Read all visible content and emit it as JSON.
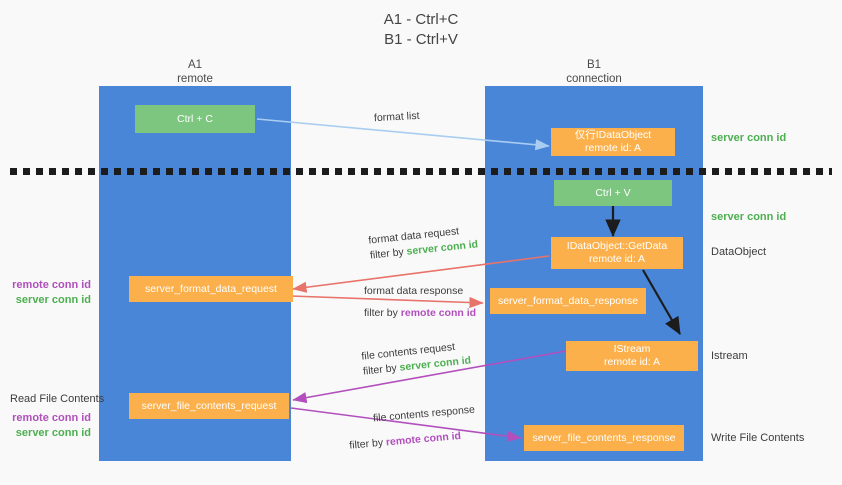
{
  "title": {
    "line1": "A1 - Ctrl+C",
    "line2": "B1 - Ctrl+V"
  },
  "columns": [
    {
      "name": "A1",
      "sub": "remote"
    },
    {
      "name": "B1",
      "sub": "connection"
    }
  ],
  "colors": {
    "lane": "#4a86d8",
    "green_box": "#7cc67f",
    "orange_box": "#fbb04b",
    "server_conn": "#4caf50",
    "remote_conn": "#b24fbd",
    "arrow_blue": "#a9cdf0",
    "arrow_red": "#e8736a",
    "arrow_purple": "#b24fbd",
    "arrow_black": "#1c1c1c",
    "background": "#f9f9f9"
  },
  "nodes": {
    "ctrl_c": {
      "label": "Ctrl + C"
    },
    "ctrl_v": {
      "label": "Ctrl + V"
    },
    "idataobject": {
      "line1": "仅行IDataObject",
      "line2": "remote id: A"
    },
    "getdata": {
      "line1": "IDataObject::GetData",
      "line2": "remote id: A"
    },
    "istream": {
      "line1": "IStream",
      "line2": "remote id: A"
    },
    "format_data_request": {
      "label": "server_format_data_request"
    },
    "format_data_response": {
      "label": "server_format_data_response"
    },
    "file_contents_request": {
      "label": "server_file_contents_request"
    },
    "file_contents_response": {
      "label": "server_file_contents_response"
    }
  },
  "edges": {
    "format_list": {
      "label": "format list"
    },
    "format_data_request": {
      "line1": "format data request",
      "filter_prefix": "filter by ",
      "filter_value": "server conn id"
    },
    "format_data_response": {
      "line1": "format data response",
      "filter_prefix": "filter by ",
      "filter_value": "remote conn id"
    },
    "file_contents_request": {
      "line1": "file contents request",
      "filter_prefix": "filter by ",
      "filter_value": "server conn id"
    },
    "file_contents_response": {
      "line1": "file contents response",
      "filter_prefix": "filter by ",
      "filter_value": "remote conn id"
    }
  },
  "right_labels": {
    "server_conn_top": "server conn id",
    "server_conn_mid": "server conn id",
    "dataobject": "DataObject",
    "istream": "Istream",
    "write_file_contents": "Write File Contents"
  },
  "left_labels": {
    "remote_conn_1": "remote conn id",
    "server_conn_1": "server conn id",
    "read_file_contents": "Read File Contents",
    "remote_conn_2": "remote conn id",
    "server_conn_2": "server conn id"
  }
}
